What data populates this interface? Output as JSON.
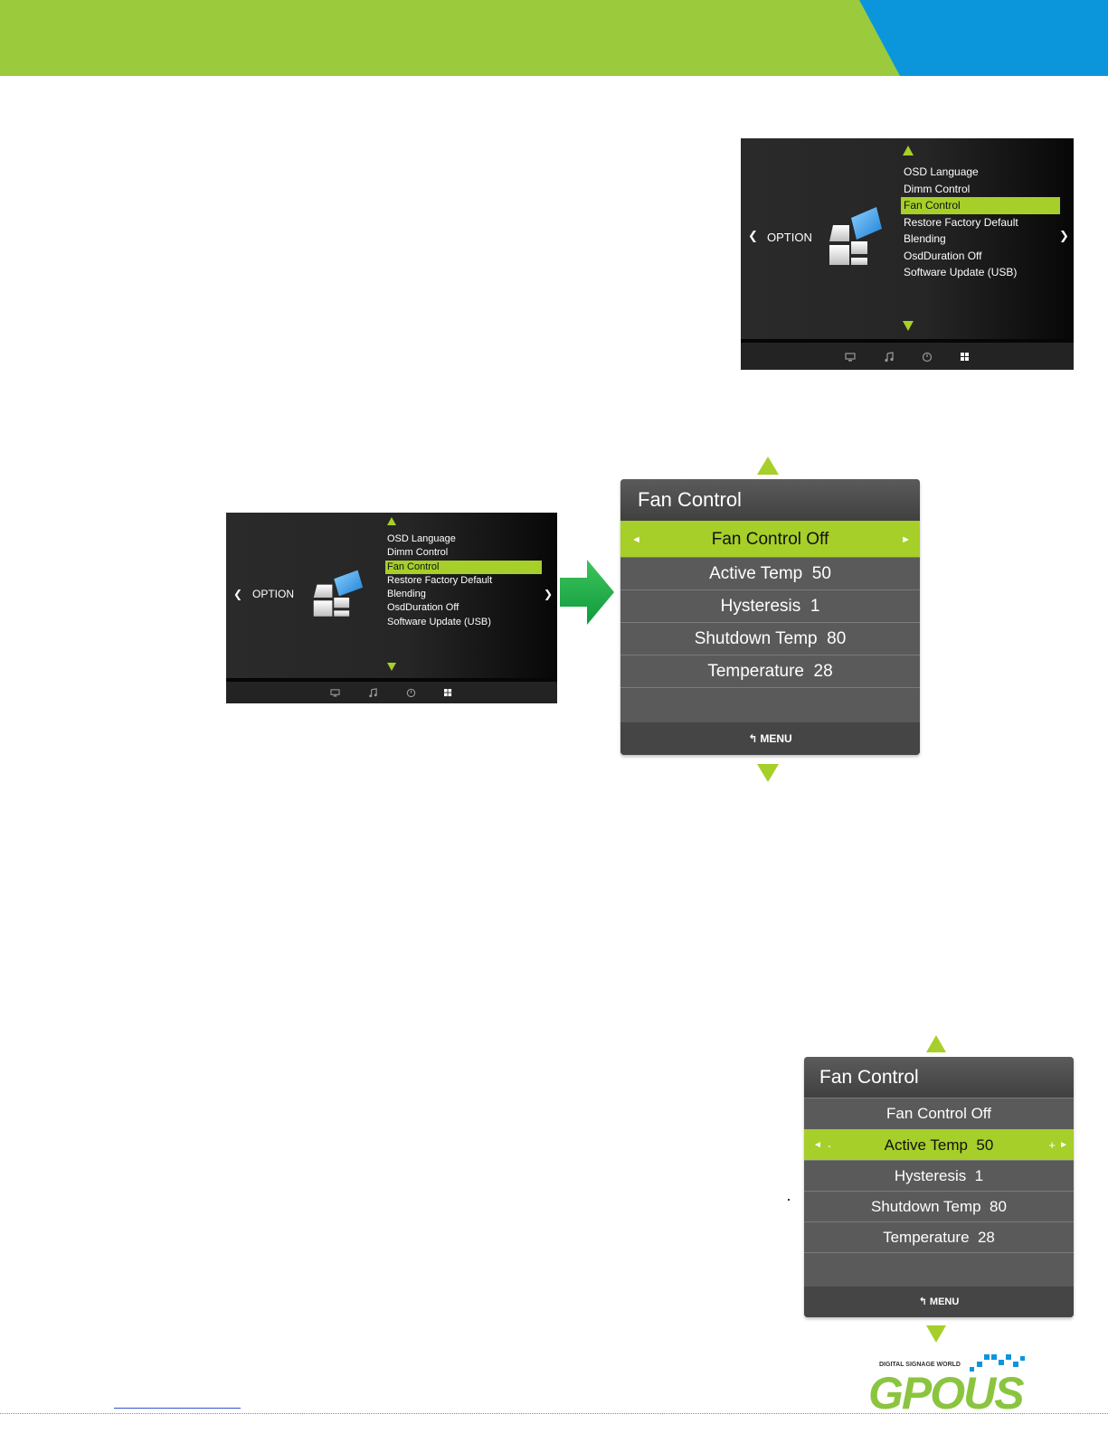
{
  "banner": {
    "green": "#9bcb3c",
    "blue": "#0b96dc"
  },
  "option_menu": {
    "label": "OPTION",
    "items": [
      "OSD Language",
      "Dimm Control",
      "Fan Control",
      "Restore Factory Default",
      "Blending",
      "OsdDuration Off",
      "Software Update (USB)"
    ],
    "selected_index": 2,
    "bottom_icons": [
      "monitor-icon",
      "music-note-icon",
      "clock-icon",
      "grid-icon"
    ]
  },
  "fan_control": {
    "title": "Fan Control",
    "rows": [
      {
        "label": "Fan Control Off"
      },
      {
        "label": "Active Temp  50"
      },
      {
        "label": "Hysteresis  1"
      },
      {
        "label": "Shutdown Temp  80"
      },
      {
        "label": "Temperature  28"
      }
    ],
    "footer": "MENU",
    "minus": "-",
    "plus": "+"
  },
  "logo": {
    "tagline": "DIGITAL SIGNAGE WORLD",
    "wordmark": "GPOUS"
  },
  "colors": {
    "accent": "#a6cf29",
    "arrow_green": "#1aa84a",
    "osd_dark": "#262626",
    "panel_grey": "#5a5a5a"
  }
}
